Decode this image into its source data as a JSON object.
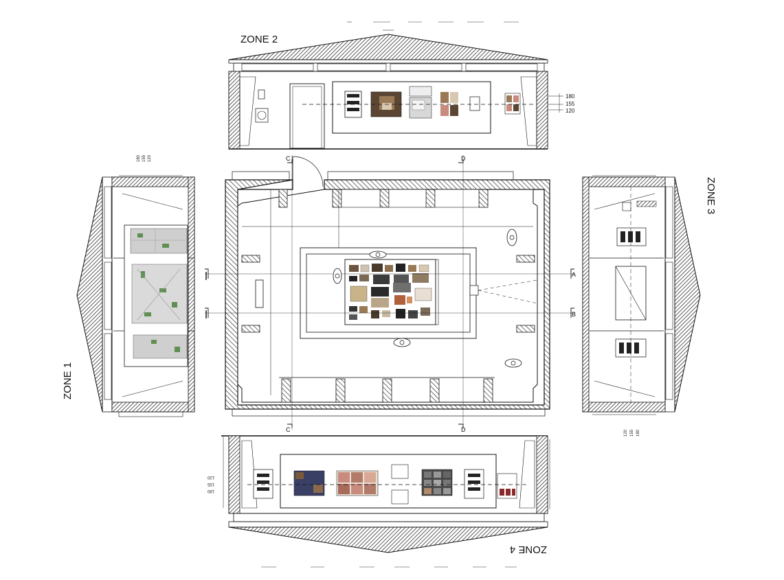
{
  "zones": {
    "zone1": "ZONE 1",
    "zone2": "ZONE 2",
    "zone3": "ZONE 3",
    "zone4": "ZONE 4"
  },
  "section_marks": {
    "a": "A",
    "b": "B",
    "c": "C",
    "d": "D"
  },
  "heights": {
    "h180": "180",
    "h155": "155",
    "h120": "120"
  },
  "colors": {
    "line": "#111111",
    "hatch": "#444444",
    "paper": "#ffffff",
    "photo_dark": "#5a4632",
    "photo_mid": "#9a7a56",
    "photo_light": "#d9c8b0",
    "map_green": "#5f8f55",
    "map_grey": "#cfcfcf",
    "photo_blue": "#3a3f66",
    "photo_pink": "#c98b7e"
  }
}
